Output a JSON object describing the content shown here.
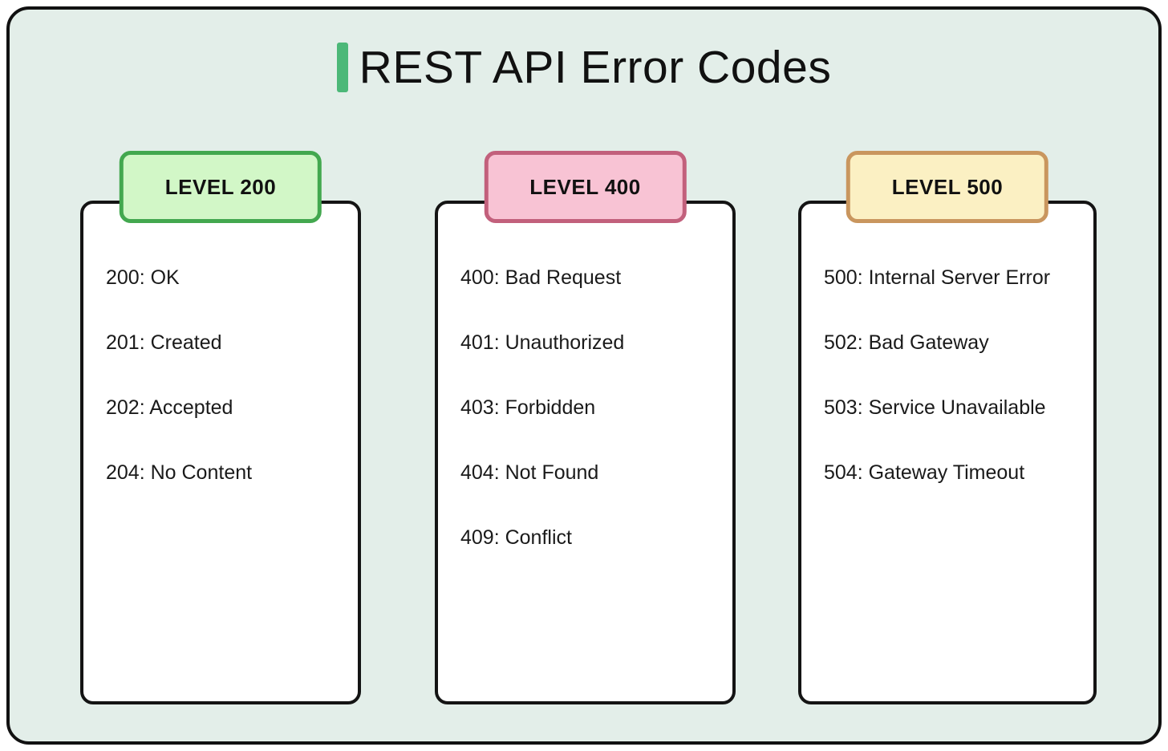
{
  "title": {
    "text": "REST API Error Codes",
    "accent_color": "#4cb878"
  },
  "frame": {
    "background": "#e3eee9",
    "border_color": "#111111",
    "card_background": "#ffffff"
  },
  "columns": [
    {
      "label": "LEVEL 200",
      "badge_bg": "#d2f7c7",
      "badge_border": "#43a84f",
      "items": [
        "200: OK",
        "201: Created",
        "202: Accepted",
        "204: No Content"
      ]
    },
    {
      "label": "LEVEL 400",
      "badge_bg": "#f8c3d4",
      "badge_border": "#c2607c",
      "items": [
        "400: Bad Request",
        "401: Unauthorized",
        "403: Forbidden",
        "404: Not Found",
        "409: Conflict"
      ]
    },
    {
      "label": "LEVEL 500",
      "badge_bg": "#fbf0c3",
      "badge_border": "#c9965e",
      "items": [
        "500: Internal Server Error",
        "502: Bad Gateway",
        "503: Service Unavailable",
        "504: Gateway Timeout"
      ]
    }
  ]
}
